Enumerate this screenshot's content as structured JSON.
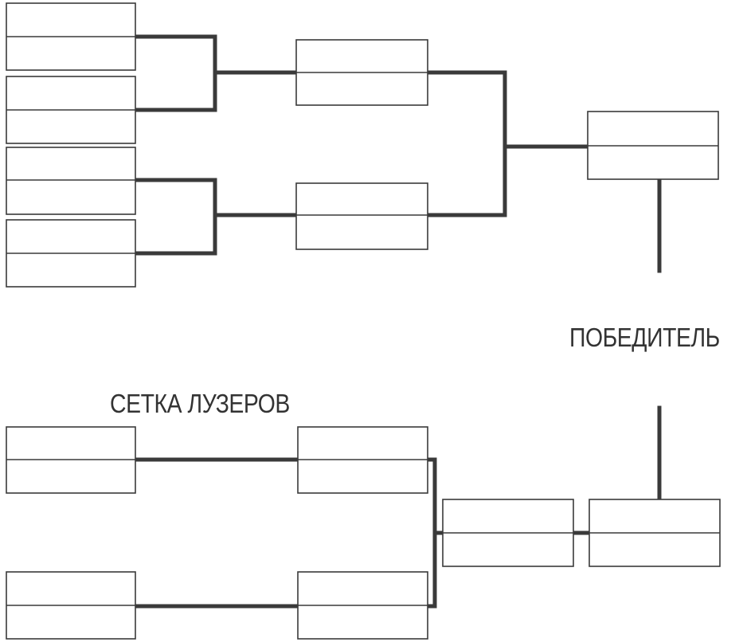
{
  "labels": {
    "winner": "ПОБЕДИТЕЛЬ",
    "losers_bracket": "СЕТКА ЛУЗЕРОВ"
  },
  "colors": {
    "line": "#3a3a3a",
    "background": "#ffffff",
    "text": "#333333"
  },
  "structure": {
    "upper_bracket": {
      "round_1_matches": 4,
      "round_2_matches": 2,
      "final_matches": 1
    },
    "losers_bracket": {
      "round_1_matches": 2,
      "round_2_matches": 2,
      "round_3_matches": 1,
      "final_matches": 1
    }
  }
}
